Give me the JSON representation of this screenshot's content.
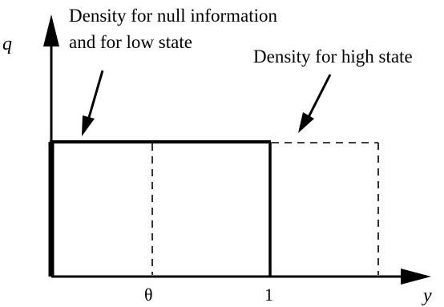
{
  "axes": {
    "y_label": "q",
    "x_label": "y"
  },
  "ticks": {
    "theta": "θ",
    "one": "1"
  },
  "annotations": {
    "null_low_line1": "Density for null information",
    "null_low_line2": "and for low state",
    "high_state": "Density for high state"
  },
  "colors": {
    "ink": "#000000",
    "background": "#ffffff"
  }
}
